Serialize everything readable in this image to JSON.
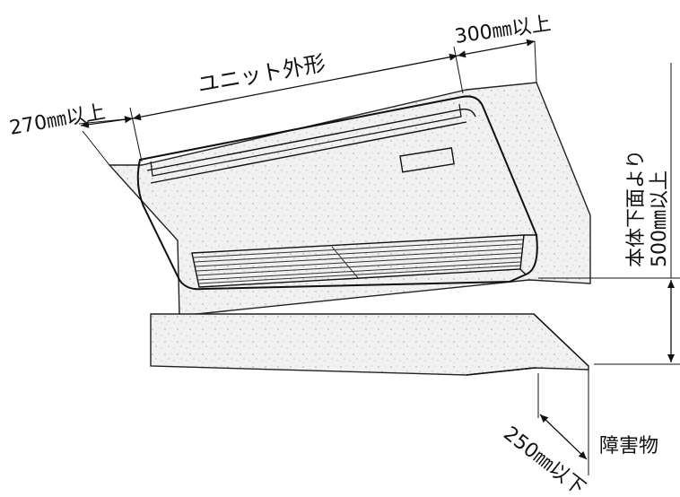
{
  "labels": {
    "unit_outline": "ユニット外形",
    "left_clearance": "270㎜以上",
    "right_clearance": "300㎜以上",
    "below_clearance_line1": "本体下面より",
    "below_clearance_line2": "500㎜以上",
    "obstacle": "障害物",
    "obstacle_clearance": "250㎜以下"
  }
}
